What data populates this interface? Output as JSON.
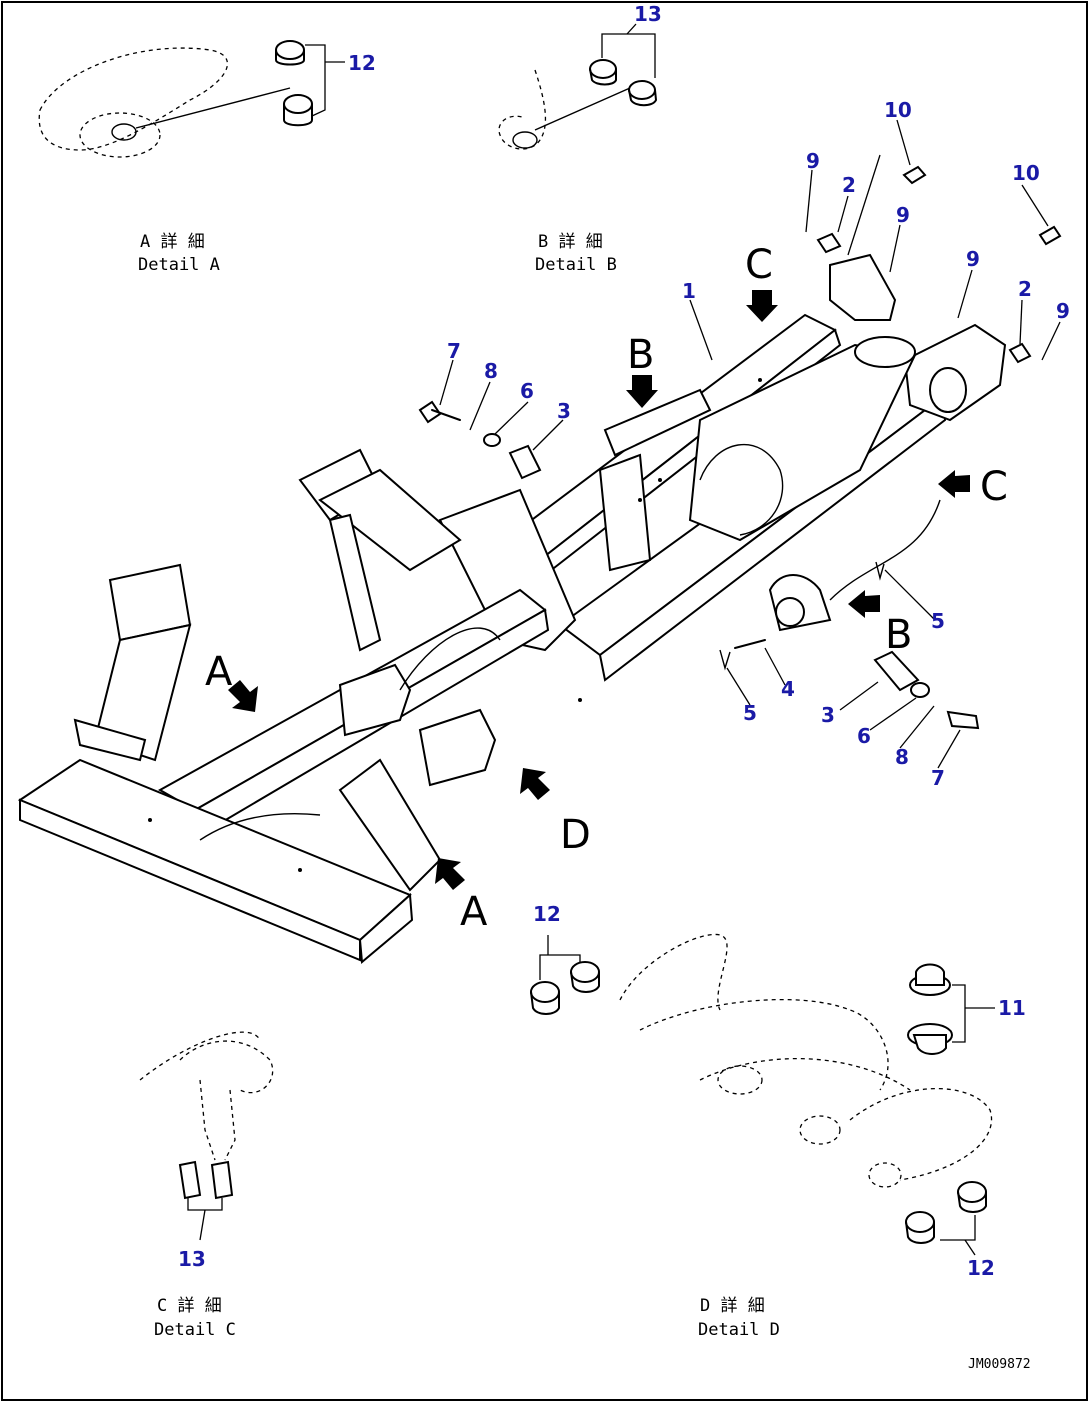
{
  "drawing": {
    "code": "JM009872",
    "details": [
      {
        "ja": "A 詳 細",
        "en": "Detail A"
      },
      {
        "ja": "B 詳 細",
        "en": "Detail B"
      },
      {
        "ja": "C 詳 細",
        "en": "Detail C"
      },
      {
        "ja": "D 詳 細",
        "en": "Detail D"
      }
    ],
    "view_letters": [
      "A",
      "A",
      "B",
      "B",
      "C",
      "C",
      "D"
    ],
    "callouts": [
      "1",
      "2",
      "2",
      "3",
      "3",
      "4",
      "5",
      "5",
      "6",
      "6",
      "7",
      "7",
      "8",
      "8",
      "9",
      "9",
      "9",
      "9",
      "10",
      "10",
      "11",
      "12",
      "12",
      "12",
      "13",
      "13"
    ]
  },
  "colors": {
    "callout": "#1a1aa6",
    "line": "#000000"
  }
}
